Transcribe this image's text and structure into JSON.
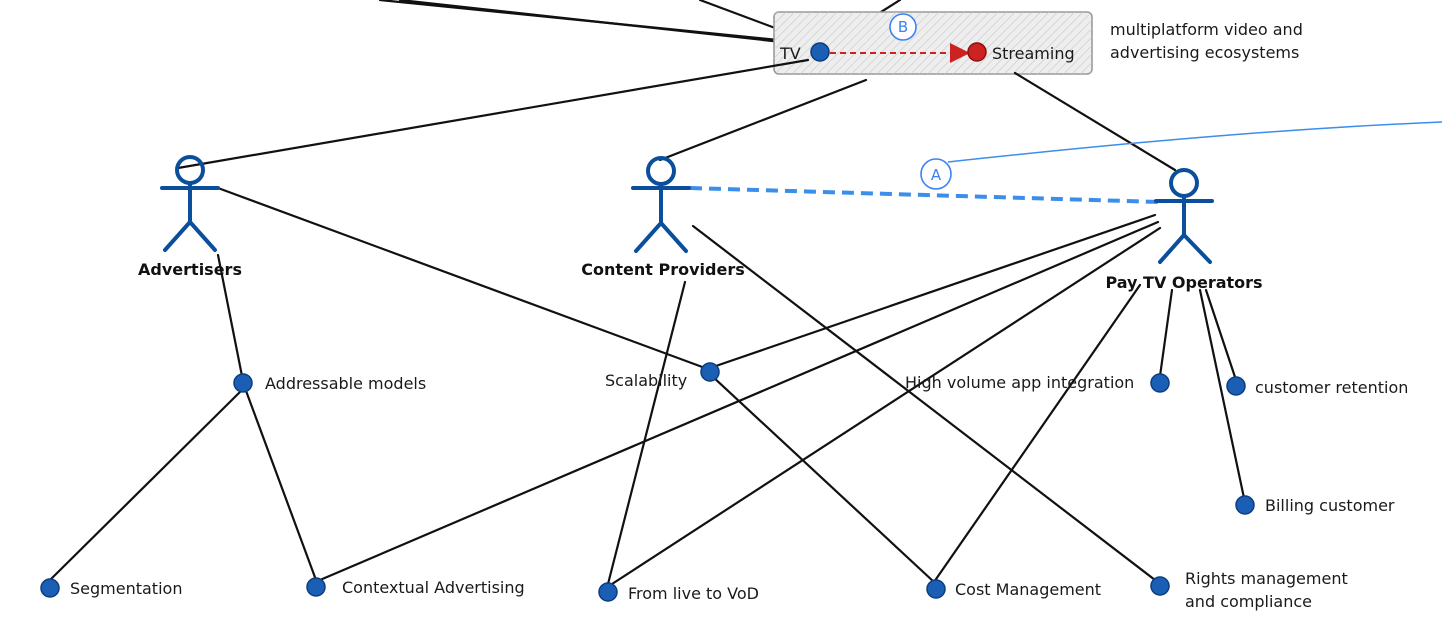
{
  "system_box": {
    "badge": "B",
    "tv_label": "TV",
    "streaming_label": "Streaming",
    "description_line1": "multiplatform video and",
    "description_line2": "advertising ecosystems"
  },
  "link_badge": "A",
  "actors": {
    "advertisers": "Advertisers",
    "content_providers": "Content Providers",
    "pay_tv_operators": "Pay TV Operators"
  },
  "nodes": {
    "addressable_models": "Addressable models",
    "scalability": "Scalability",
    "high_volume": "High volume app integration",
    "customer_retention": "customer retention",
    "billing_customer": "Billing customer",
    "segmentation": "Segmentation",
    "contextual_advertising": "Contextual Advertising",
    "live_to_vod": "From live to VoD",
    "cost_management": "Cost Management",
    "rights_line1": "Rights management",
    "rights_line2": "and compliance"
  },
  "colors": {
    "actor": "#0b4f9c",
    "node": "#1a5fb4",
    "streaming_node": "#cc2222",
    "link_dashed": "#3b8eea",
    "box_fill": "#e9e9e9",
    "box_border": "#9a9a9a"
  }
}
